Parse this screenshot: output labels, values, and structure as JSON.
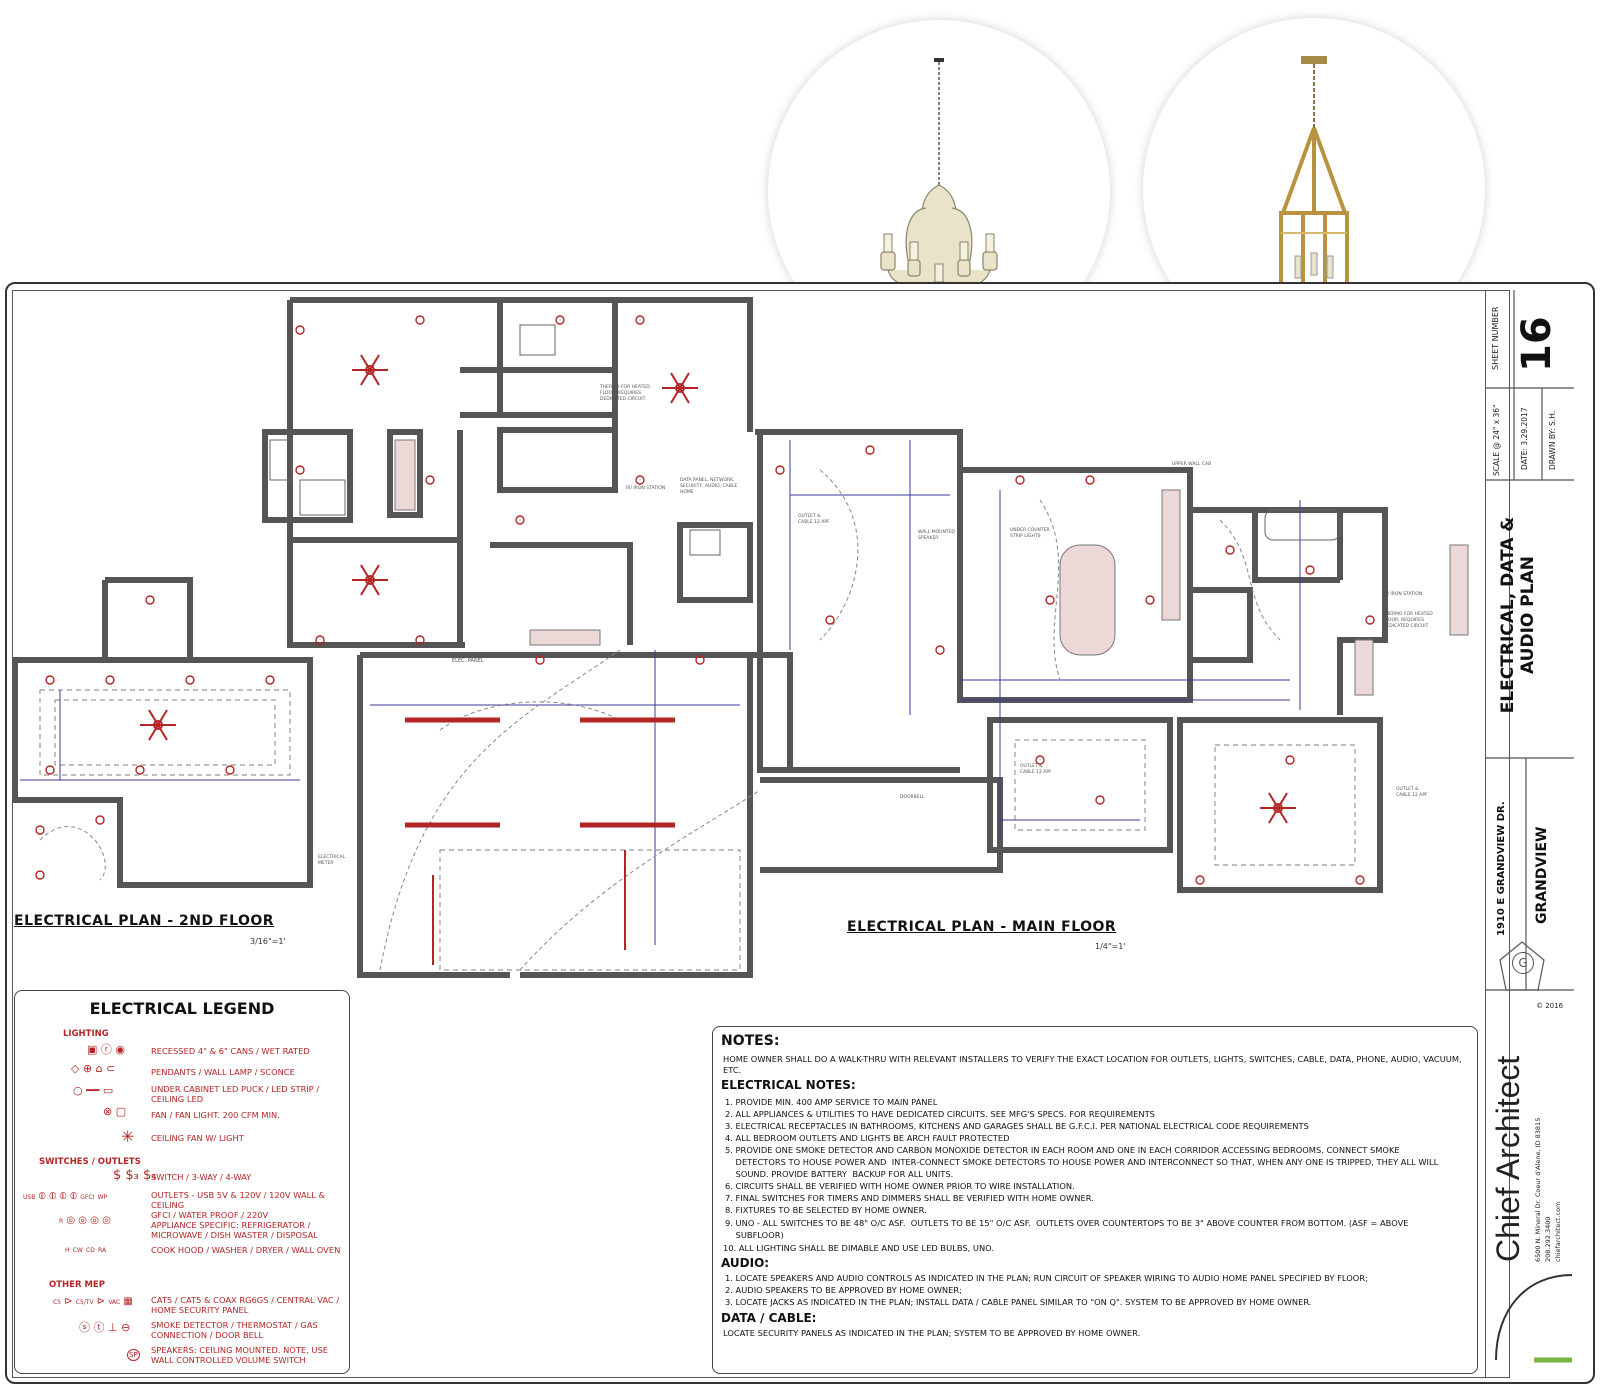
{
  "plan_titles": {
    "second_floor": "ELECTRICAL PLAN - 2ND FLOOR",
    "second_floor_scale": "3/16\"=1'",
    "main_floor": "ELECTRICAL PLAN - MAIN FLOOR",
    "main_floor_scale": "1/4\"=1'"
  },
  "floorplan_labels": {
    "elec_panel": "ELEC. PANEL",
    "data_panel": "DATA PANEL, NETWORK, SECURITY, AUDIO, CABLE HOME",
    "ir_station_a": "IR/ IRON STATION",
    "ir_station_b": "IR/ IRON STATION",
    "thermostat_a": "THERMO FOR HEATED FLOOR, REQUIRES DEDICATED CIRCUIT",
    "thermostat_b": "THERMO FOR HEATED FLOOR, REQUIRES DEDICATED CIRCUIT",
    "outlet_cable_a": "OUTLET & CABLE 12 APF",
    "outlet_cable_b": "OUTLET & CABLE 12 APF",
    "outlet_cable_c": "OUTLET & CABLE 12 APF",
    "wall_speaker": "WALL MOUNTED SPEAKER",
    "under_counter": "UNDER COUNTER STRIP LIGHTS",
    "upper_wall": "UPPER WALL CAB LIGHTS",
    "electrical_meter": "ELECTRICAL METER",
    "doorbell": "DOORBELL"
  },
  "legend": {
    "title": "ELECTRICAL LEGEND",
    "sections": {
      "lighting": "LIGHTING",
      "switches": "SWITCHES / OUTLETS",
      "other": "OTHER MEP"
    },
    "rows": [
      "RECESSED 4\" & 6\" CANS / WET RATED",
      "PENDANTS / WALL LAMP / SCONCE",
      "UNDER CABINET LED PUCK / LED STRIP / CEILING LED",
      "FAN / FAN LIGHT. 200 CFM MIN.",
      "CEILING FAN W/ LIGHT",
      "SWITCH / 3-WAY / 4-WAY",
      "OUTLETS - USB 5V & 120V / 120V WALL & CEILING",
      "GFCI / WATER PROOF / 220V",
      "APPLIANCE SPECIFIC: REFRIGERATOR / MICROWAVE / DISH WASTER / DISPOSAL",
      "COOK HOOD / WASHER / DRYER / WALL OVEN",
      "CAT5 / CAT5 & COAX RG6GS / CENTRAL VAC / HOME SECURITY PANEL",
      "SMOKE DETECTOR / THERMOSTAT / GAS CONNECTION / DOOR BELL",
      "SPEAKERS: CEILING MOUNTED. NOTE, USE WALL CONTROLLED VOLUME SWITCH"
    ],
    "symbol_tags": {
      "usb": "USB",
      "gfci": "GFCI",
      "wp": "WP",
      "r": "R",
      "h": "H",
      "cw": "CW",
      "cd": "CD",
      "ra": "RA",
      "c5": "C5",
      "c5tv": "C5/TV",
      "vac": "VAC",
      "sp": "SP"
    }
  },
  "notes": {
    "title": "NOTES:",
    "intro": "HOME OWNER SHALL DO A WALK-THRU WITH RELEVANT INSTALLERS TO VERIFY THE EXACT LOCATION FOR OUTLETS, LIGHTS, SWITCHES, CABLE, DATA, PHONE, AUDIO, VACUUM, ETC.",
    "electrical_title": "ELECTRICAL NOTES:",
    "electrical": [
      "1. PROVIDE MIN. 400 AMP SERVICE TO MAIN PANEL",
      "2. ALL APPLIANCES & UTILITIES TO HAVE DEDICATED CIRCUITS.  SEE MFG'S SPECS. FOR REQUIREMENTS",
      "3. ELECTRICAL RECEPTACLES IN BATHROOMS, KITCHENS AND GARAGES SHALL BE G.F.C.I. PER NATIONAL ELECTRICAL CODE REQUIREMENTS",
      "4. ALL BEDROOM OUTLETS AND LIGHTS BE ARCH FAULT PROTECTED",
      "5. PROVIDE ONE SMOKE DETECTOR AND CARBON MONOXIDE DETECTOR IN EACH ROOM AND ONE IN EACH CORRIDOR ACCESSING BEDROOMS. CONNECT SMOKE",
      "    DETECTORS TO HOUSE POWER AND  INTER-CONNECT SMOKE DETECTORS TO HOUSE POWER AND INTERCONNECT SO THAT, WHEN ANY ONE IS TRIPPED, THEY ALL WILL",
      "    SOUND. PROVIDE BATTERY  BACKUP FOR ALL UNITS.",
      "6. CIRCUITS SHALL BE VERIFIED WITH HOME OWNER PRIOR TO WIRE INSTALLATION.",
      "7. FINAL SWITCHES FOR TIMERS AND DIMMERS SHALL BE VERIFIED WITH HOME OWNER.",
      "8. FIXTURES TO BE SELECTED BY HOME OWNER.",
      "9. UNO - ALL SWITCHES TO BE 48\" O/C ASF.  OUTLETS TO BE 15\" O/C ASF.  OUTLETS OVER COUNTERTOPS TO BE 3\" ABOVE COUNTER FROM BOTTOM. (ASF = ABOVE",
      "    SUBFLOOR)",
      "10. ALL LIGHTING SHALL BE DIMABLE AND USE LED BULBS, UNO."
    ],
    "audio_title": "AUDIO:",
    "audio": [
      "1. LOCATE SPEAKERS AND AUDIO CONTROLS AS INDICATED IN THE PLAN; RUN CIRCUIT OF SPEAKER WIRING TO AUDIO HOME PANEL SPECIFIED BY FLOOR;",
      "2. AUDIO SPEAKERS TO BE APPROVED BY HOME OWNER;",
      "3. LOCATE JACKS AS INDICATED IN THE PLAN; INSTALL DATA / CABLE PANEL SIMILAR TO \"ON Q\".  SYSTEM TO BE APPROVED BY HOME OWNER."
    ],
    "data_title": "DATA / CABLE:",
    "data": [
      "LOCATE SECURITY PANELS AS INDICATED IN THE PLAN; SYSTEM TO BE APPROVED BY HOME OWNER."
    ]
  },
  "title_block": {
    "sheet_number_label": "SHEET NUMBER",
    "sheet_number": "16",
    "scale": "SCALE @ 24\" x 36\"",
    "date": "DATE: 3.29.2017",
    "drawn_by": "DRAWN BY: S.H.",
    "sheet_title": "ELECTRICAL, DATA & AUDIO PLAN",
    "address": "1910 E GRANDVIEW DR.",
    "project": "GRANDVIEW",
    "copyright": "© 2016",
    "company": "Chief Architect",
    "company_address": "6500 N. Mineral Dr.  Coeur d'Alene, ID  83815",
    "company_phone": "208.292.3400",
    "company_web": "chiefarchitect.com"
  },
  "colors": {
    "symbol_red": "#b32525",
    "dimension_blue": "#3a3a9c",
    "wall_gray": "#555555",
    "accent_green": "#7ab648"
  }
}
